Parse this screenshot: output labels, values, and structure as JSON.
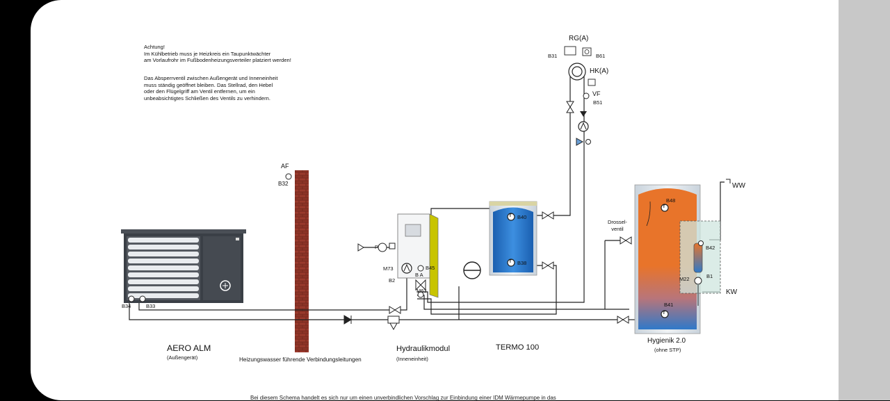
{
  "notes": {
    "cooling_warning": "Achtung!\nIm Kühlbetrieb muss je Heizkreis ein Taupunktwächter\nam Vorlaufrohr im Fußbodenheizungsverteiler platziert werden!",
    "valve_warning": "Das Absperrventil zwischen Außengerät und Inneneinheit\nmuss ständig geöffnet bleiben. Das Stellrad, den Hebel\noder den Flügelgriff am Ventil entfernen, um ein\nunbeabsichtigtes Schließen des Ventils zu verhindern."
  },
  "components": {
    "outdoor_unit": {
      "title": "AERO ALM",
      "subtitle": "(Außengerät)"
    },
    "wall_caption": "Heizungswasser führende Verbindungsleitungen",
    "hydraulic_module": {
      "title": "Hydraulikmodul",
      "subtitle": "(Inneneinheit)"
    },
    "buffer_tank": {
      "title": "TERMO 100"
    },
    "hygiene_tank": {
      "title": "Hygienik 2.0",
      "subtitle": "(ohne STP)"
    }
  },
  "labels": {
    "af": "AF",
    "b32": "B32",
    "rg": "RG(A)",
    "b31": "B31",
    "b61": "B61",
    "hk": "HK(A)",
    "vf": "VF",
    "b51": "B51",
    "b34": "B34",
    "b33": "B33",
    "m73": "M73",
    "b2": "B2",
    "b45": "B45",
    "b_a": "B   A",
    "m63": "M63",
    "p": "P",
    "b40": "B40",
    "b38": "B38",
    "drossel": "Drossel-\nventil",
    "b48": "B48",
    "b42": "B42",
    "m22": "M22",
    "b1": "B1",
    "b41": "B41",
    "ww": "WW",
    "kw": "KW",
    "sensor_t": "T"
  },
  "footer": "Bei diesem Schema handelt es sich nur um einen unverbindlichen Vorschlag zur Einbindung einer IDM Wärmepumpe in das",
  "colors": {
    "tank_orange": "#e8742a",
    "tank_blue": "#2f79c9",
    "pipe": "#222222",
    "wall": "#7a2a20"
  }
}
